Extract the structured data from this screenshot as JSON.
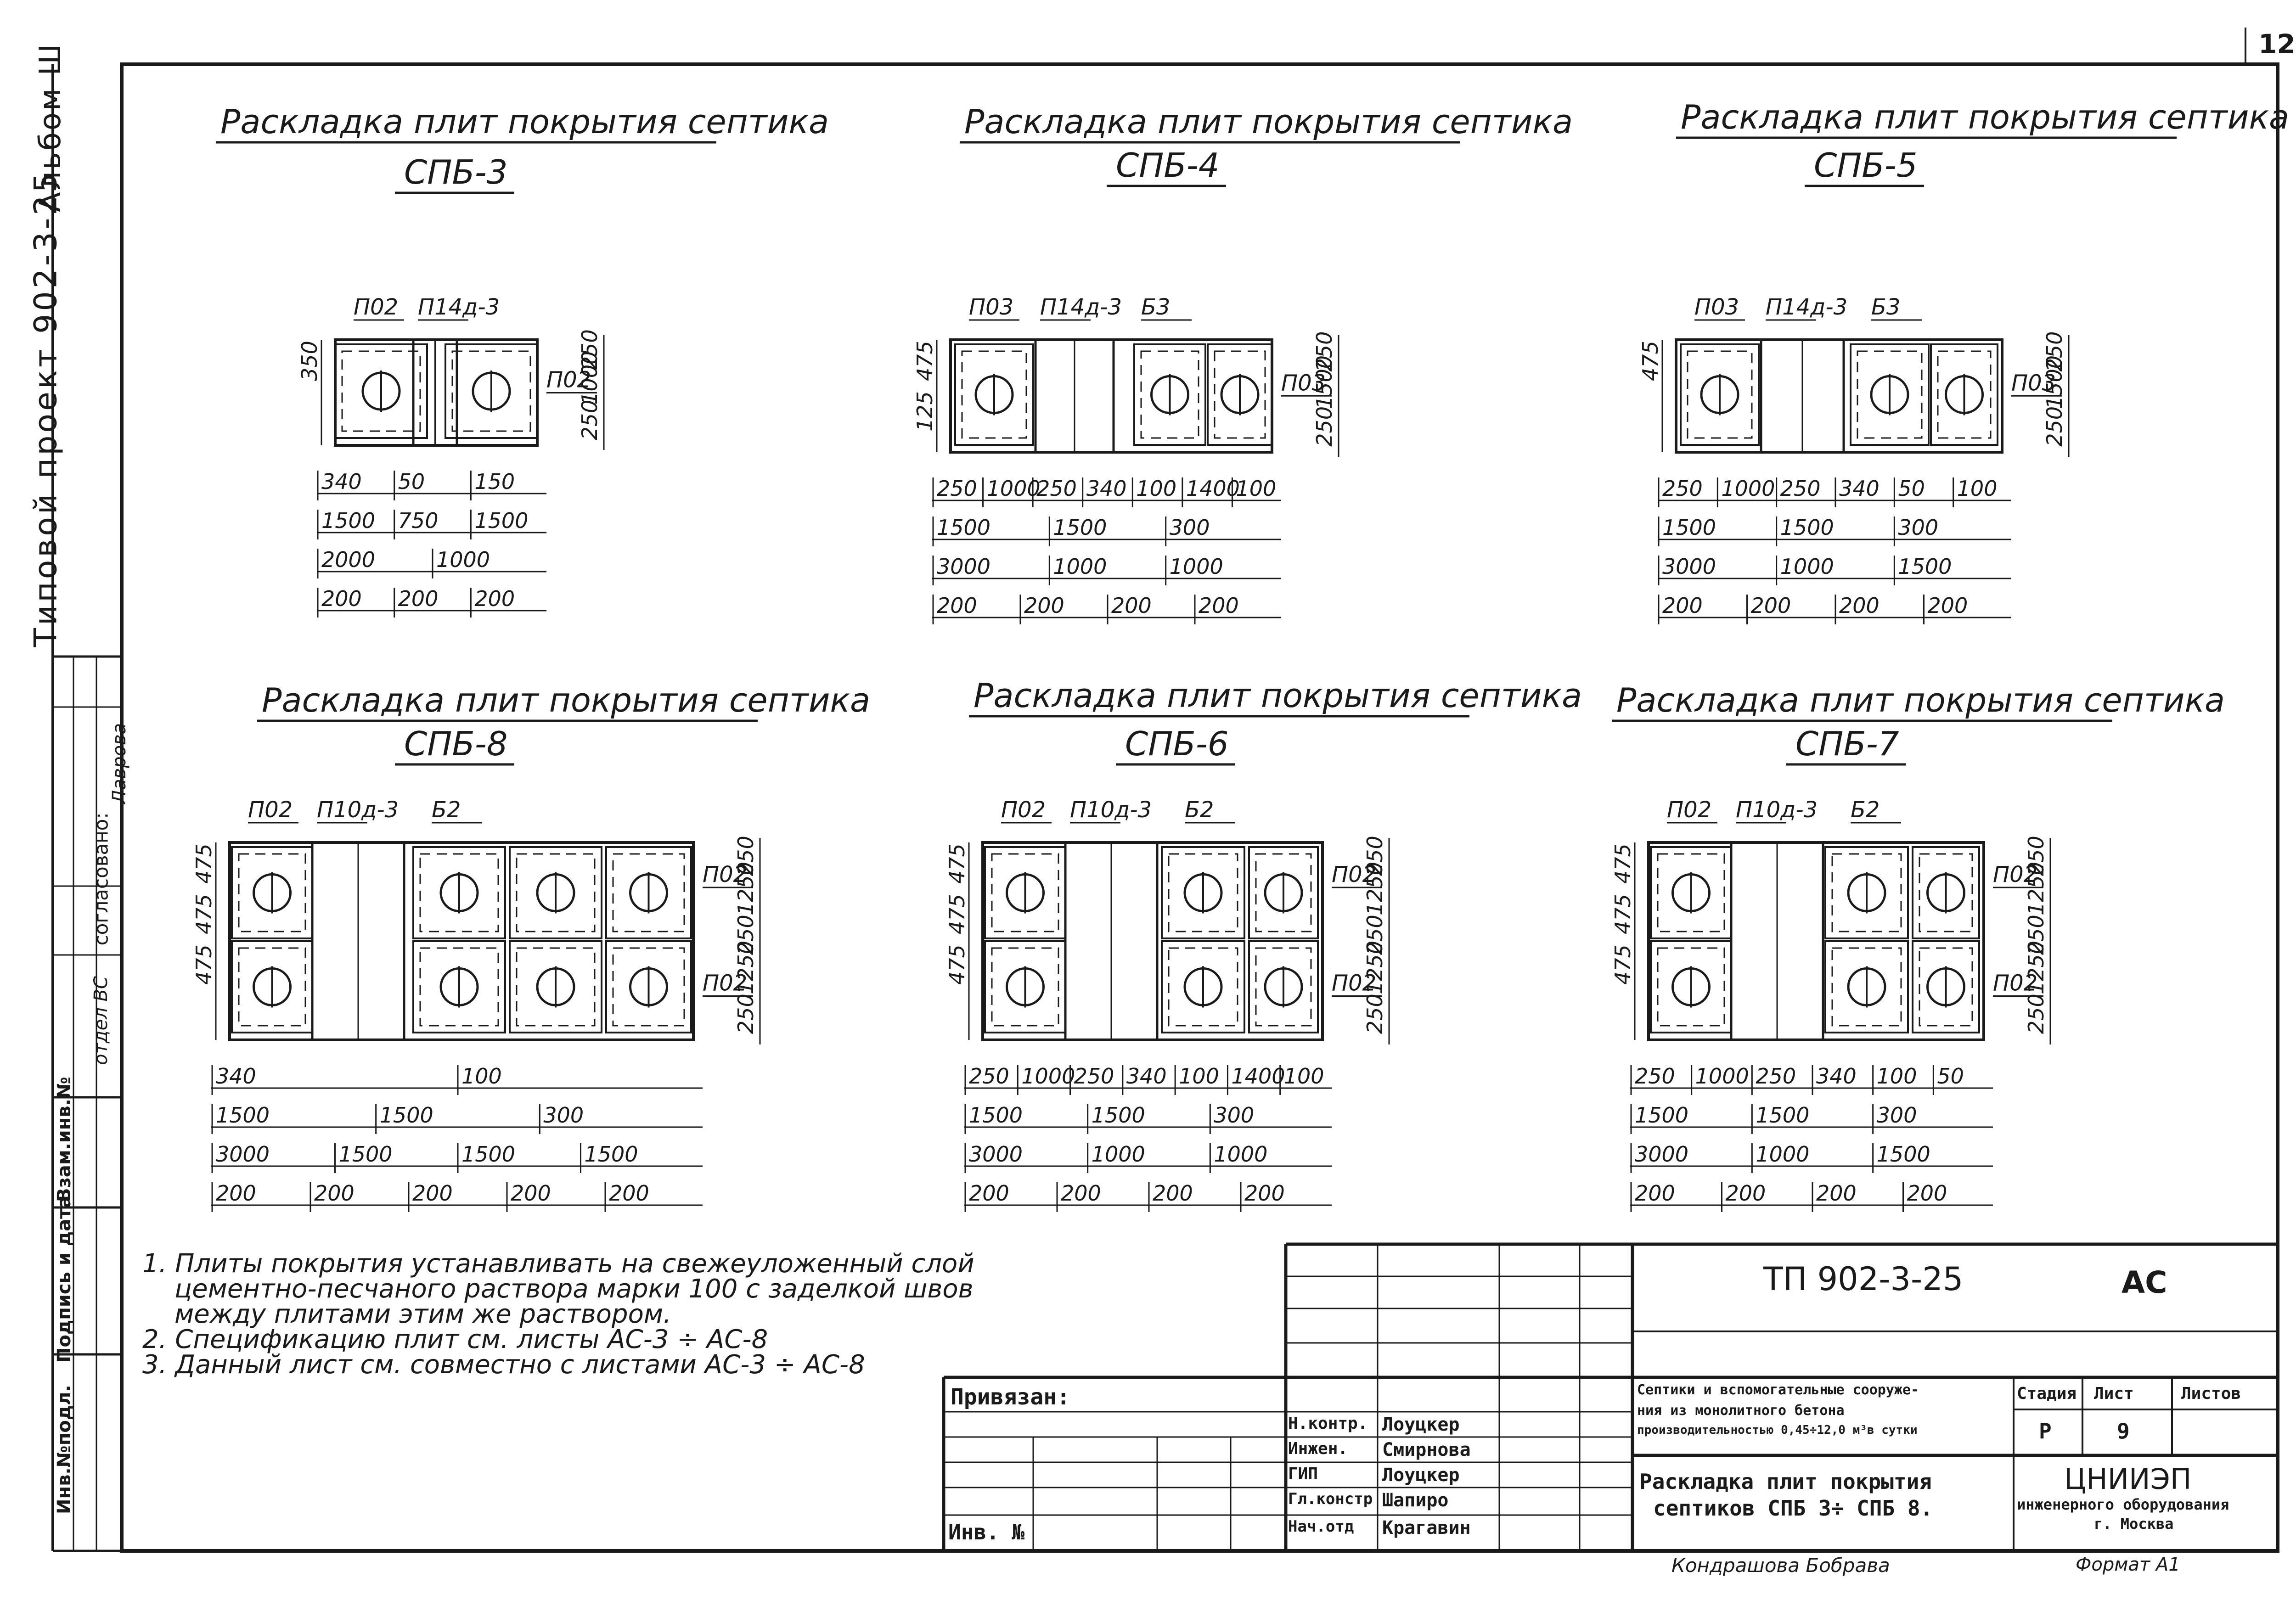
{
  "sheet_number": "12",
  "side_strip": {
    "album": "Альбом Ш",
    "project": "Типовой проект 902-3-25",
    "approved": "согласовано:",
    "otdel": "отдел ВС",
    "name_signed": "Лаврова",
    "inv_podl": "Инв.№подл.",
    "podpis_data": "Подпись и дата",
    "vzam_inv": "Взам.инв.№"
  },
  "plans": [
    {
      "id": "spb3",
      "title": "Раскладка плит покрытия септика",
      "subtitle": "СПБ-3",
      "marks": [
        "П02",
        "П14д-3",
        "П02"
      ],
      "dims_left": [
        "350"
      ],
      "dims_right": [
        "250",
        "1000",
        "250"
      ],
      "dims_row1": [
        "340",
        "50",
        "150"
      ],
      "dims_row2": [
        "1500",
        "750",
        "1500"
      ],
      "dims_row3": [
        "2000",
        "1000"
      ],
      "dims_row4": [
        "200",
        "200",
        "200"
      ]
    },
    {
      "id": "spb4",
      "title": "Раскладка плит покрытия септика",
      "subtitle": "СПБ-4",
      "marks": [
        "П03",
        "П14д-3",
        "Б3",
        "П03"
      ],
      "dims_left": [
        "475",
        "125"
      ],
      "dims_right": [
        "250",
        "1500",
        "250"
      ],
      "dims_row1": [
        "250",
        "1000",
        "250",
        "340",
        "100",
        "1400",
        "100"
      ],
      "dims_row2": [
        "1500",
        "1500",
        "300"
      ],
      "dims_row3": [
        "3000",
        "1000",
        "1000"
      ],
      "dims_row4": [
        "200",
        "200",
        "200",
        "200"
      ]
    },
    {
      "id": "spb5",
      "title": "Раскладка плит покрытия септика",
      "subtitle": "СПБ-5",
      "marks": [
        "П03",
        "П14д-3",
        "Б3",
        "П03"
      ],
      "dims_left": [
        "475"
      ],
      "dims_right": [
        "250",
        "1500",
        "250"
      ],
      "dims_row1": [
        "250",
        "1000",
        "250",
        "340",
        "50",
        "100"
      ],
      "dims_row2": [
        "1500",
        "1500",
        "300"
      ],
      "dims_row3": [
        "3000",
        "1000",
        "1500"
      ],
      "dims_row4": [
        "200",
        "200",
        "200",
        "200"
      ]
    },
    {
      "id": "spb8",
      "title": "Раскладка плит покрытия септика",
      "subtitle": "СПБ-8",
      "marks": [
        "П02",
        "П10д-3",
        "Б2",
        "П02",
        "П02"
      ],
      "dims_left": [
        "475",
        "475",
        "475"
      ],
      "dims_right": [
        "250",
        "1250",
        "250",
        "1250",
        "250"
      ],
      "dims_row1": [
        "340",
        "100"
      ],
      "dims_row2": [
        "1500",
        "1500",
        "300"
      ],
      "dims_row3": [
        "3000",
        "1500",
        "1500",
        "1500"
      ],
      "dims_row4": [
        "200",
        "200",
        "200",
        "200",
        "200"
      ]
    },
    {
      "id": "spb6",
      "title": "Раскладка плит покрытия септика",
      "subtitle": "СПБ-6",
      "marks": [
        "П02",
        "П10д-3",
        "Б2",
        "П02",
        "П02"
      ],
      "dims_left": [
        "475",
        "475",
        "475"
      ],
      "dims_right": [
        "250",
        "1250",
        "250",
        "1250",
        "250"
      ],
      "dims_row1": [
        "250",
        "1000",
        "250",
        "340",
        "100",
        "1400",
        "100"
      ],
      "dims_row2": [
        "1500",
        "1500",
        "300"
      ],
      "dims_row3": [
        "3000",
        "1000",
        "1000"
      ],
      "dims_row4": [
        "200",
        "200",
        "200",
        "200"
      ]
    },
    {
      "id": "spb7",
      "title": "Раскладка плит покрытия септика",
      "subtitle": "СПБ-7",
      "marks": [
        "П02",
        "П10д-3",
        "Б2",
        "П02",
        "П02"
      ],
      "dims_left": [
        "475",
        "475",
        "475"
      ],
      "dims_right": [
        "250",
        "1250",
        "250",
        "1250",
        "250"
      ],
      "dims_row1": [
        "250",
        "1000",
        "250",
        "340",
        "100",
        "50"
      ],
      "dims_row2": [
        "1500",
        "1500",
        "300"
      ],
      "dims_row3": [
        "3000",
        "1000",
        "1500"
      ],
      "dims_row4": [
        "200",
        "200",
        "200",
        "200"
      ]
    }
  ],
  "notes": [
    "1. Плиты покрытия устанавливать на свежеуложенный слой",
    "цементно-песчаного раствора марки 100 с заделкой швов",
    "между плитами этим же раствором.",
    "2. Спецификацию плит см. листы АС-3 ÷ АС-8",
    "3. Данный лист см. совместно с листами АС-3 ÷ АС-8"
  ],
  "stamp": {
    "code": "ТП 902-3-25",
    "mark": "АС",
    "privyazan": "Привязан:",
    "inv_no": "Инв. №",
    "roles": [
      "Н.контр.",
      "Инжен.",
      "ГИП",
      "Гл.констр",
      "Нач.отд"
    ],
    "names": [
      "Лоуцкер",
      "Смирнова",
      "Лоуцкер",
      "Шапиро",
      "Крагавин"
    ],
    "object": [
      "Септики и вспомогательные сооруже-",
      "ния из монолитного бетона",
      "производительностью 0,45÷12,0 м³в сутки"
    ],
    "stage_label": "Стадия",
    "sheet_label": "Лист",
    "sheets_label": "Листов",
    "stage": "Р",
    "sheet": "9",
    "drawing_title": [
      "Раскладка плит покрытия",
      "септиков СПБ 3÷ СПБ 8."
    ],
    "org": [
      "ЦНИИЭП",
      "инженерного оборудования",
      "г. Москва"
    ],
    "bottom_sign": "Кондрашова Бобрава",
    "format": "Формат А1"
  }
}
